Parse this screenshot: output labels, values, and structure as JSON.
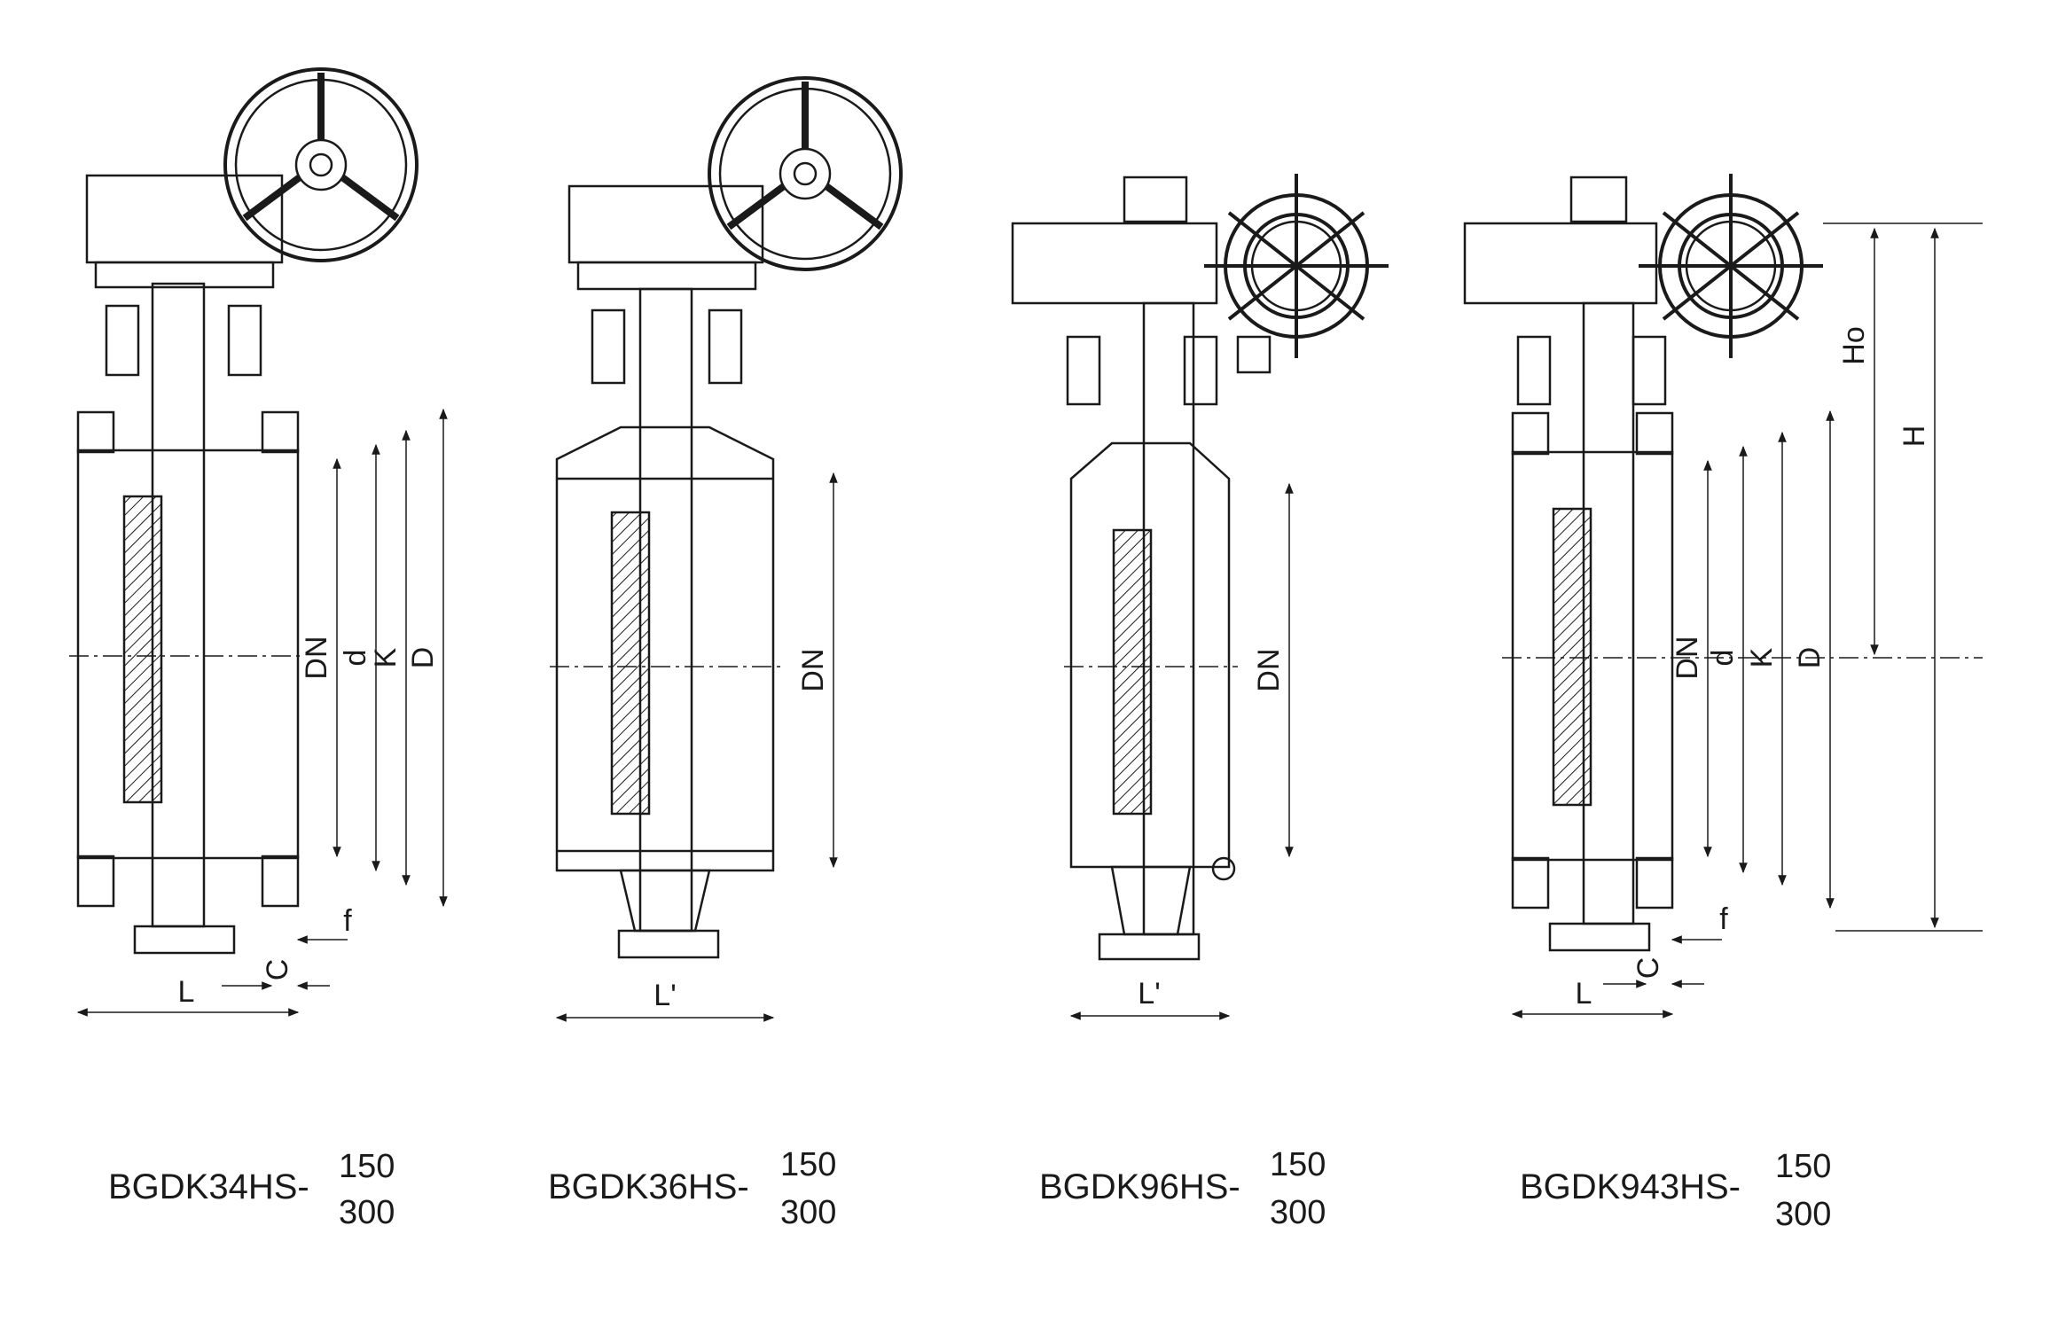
{
  "models": [
    {
      "prefix": "BGDK34HS-",
      "num": "150",
      "den": "300",
      "labels": [
        "DN",
        "d",
        "K",
        "D",
        "L",
        "C",
        "f"
      ]
    },
    {
      "prefix": "BGDK36HS-",
      "num": "150",
      "den": "300",
      "labels": [
        "DN",
        "L'"
      ]
    },
    {
      "prefix": "BGDK96HS-",
      "num": "150",
      "den": "300",
      "labels": [
        "DN",
        "L'"
      ]
    },
    {
      "prefix": "BGDK943HS-",
      "num": "150",
      "den": "300",
      "labels": [
        "DN",
        "d",
        "K",
        "D",
        "L",
        "C",
        "f",
        "Ho",
        "H"
      ]
    }
  ],
  "colors": {
    "ink": "#1a1a1a",
    "paper": "#ffffff"
  }
}
